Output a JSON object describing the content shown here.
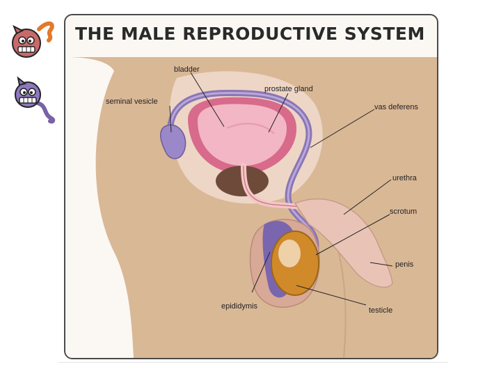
{
  "title": "The Male Reproductive System",
  "labels": {
    "bladder": "bladder",
    "prostate_gland": "prostate gland",
    "seminal_vesicle": "seminal vesicle",
    "vas_deferens": "vas deferens",
    "urethra": "urethra",
    "scrotum": "scrotum",
    "penis": "penis",
    "epididymis": "epididymis",
    "testicle": "testicle"
  },
  "icons": {
    "mascot_top": "red-cartoon-sperm-icon",
    "mascot_bottom": "purple-cartoon-sperm-icon"
  },
  "colors": {
    "skin": "#d9b896",
    "bladder": "#e9a3b4",
    "vas_deferens": "#8a76b4",
    "testicle": "#d08a2a",
    "prostate": "#6e4a3a"
  }
}
